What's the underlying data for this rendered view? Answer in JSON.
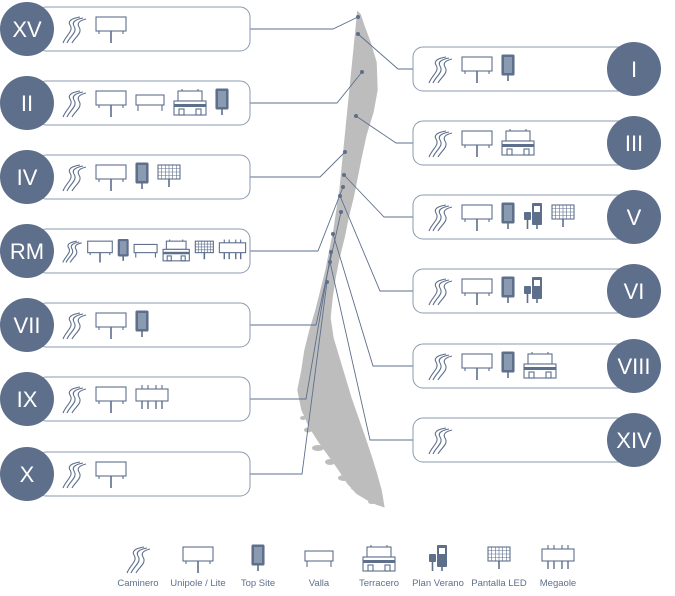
{
  "colors": {
    "navy": "#5e6f8c",
    "panel_border": "#8a9ab0",
    "icon_stroke": "#5e6f8c",
    "map_fill": "#bdbdbd",
    "line": "#5e6f8c"
  },
  "regions_left": [
    {
      "id": "xv",
      "label": "XV",
      "icons": [
        "caminero-icon",
        "unipole-icon"
      ]
    },
    {
      "id": "ii",
      "label": "II",
      "icons": [
        "caminero-icon",
        "unipole-icon",
        "valla-icon",
        "terracero-icon",
        "top-site-icon"
      ]
    },
    {
      "id": "iv",
      "label": "IV",
      "icons": [
        "caminero-icon",
        "unipole-icon",
        "top-site-icon",
        "pantalla-led-icon"
      ]
    },
    {
      "id": "rm",
      "label": "RM",
      "icons": [
        "caminero-icon",
        "unipole-icon",
        "top-site-icon",
        "valla-icon",
        "terracero-icon",
        "pantalla-led-icon",
        "megaole-icon"
      ]
    },
    {
      "id": "vii",
      "label": "VII",
      "icons": [
        "caminero-icon",
        "unipole-icon",
        "top-site-icon"
      ]
    },
    {
      "id": "ix",
      "label": "IX",
      "icons": [
        "caminero-icon",
        "unipole-icon",
        "megaole-icon"
      ]
    },
    {
      "id": "x",
      "label": "X",
      "icons": [
        "caminero-icon",
        "unipole-icon"
      ]
    }
  ],
  "regions_right": [
    {
      "id": "i",
      "label": "I",
      "icons": [
        "caminero-icon",
        "unipole-icon",
        "top-site-icon"
      ]
    },
    {
      "id": "iii",
      "label": "III",
      "icons": [
        "caminero-icon",
        "unipole-icon",
        "terracero-icon"
      ]
    },
    {
      "id": "v",
      "label": "V",
      "icons": [
        "caminero-icon",
        "unipole-icon",
        "top-site-icon",
        "plan-verano-icon",
        "pantalla-led-icon"
      ]
    },
    {
      "id": "vi",
      "label": "VI",
      "icons": [
        "caminero-icon",
        "unipole-icon",
        "top-site-icon",
        "plan-verano-icon"
      ]
    },
    {
      "id": "viii",
      "label": "VIII",
      "icons": [
        "caminero-icon",
        "unipole-icon",
        "top-site-icon",
        "terracero-icon"
      ]
    },
    {
      "id": "xiv",
      "label": "XIV",
      "icons": [
        "caminero-icon"
      ]
    }
  ],
  "legend": [
    {
      "icon": "caminero-icon",
      "label": "Caminero"
    },
    {
      "icon": "unipole-icon",
      "label": "Unipole / Lite"
    },
    {
      "icon": "top-site-icon",
      "label": "Top Site"
    },
    {
      "icon": "valla-icon",
      "label": "Valla"
    },
    {
      "icon": "terracero-icon",
      "label": "Terracero"
    },
    {
      "icon": "plan-verano-icon",
      "label": "Plan Verano"
    },
    {
      "icon": "pantalla-led-icon",
      "label": "Pantalla LED"
    },
    {
      "icon": "megaole-icon",
      "label": "Megaole"
    }
  ]
}
